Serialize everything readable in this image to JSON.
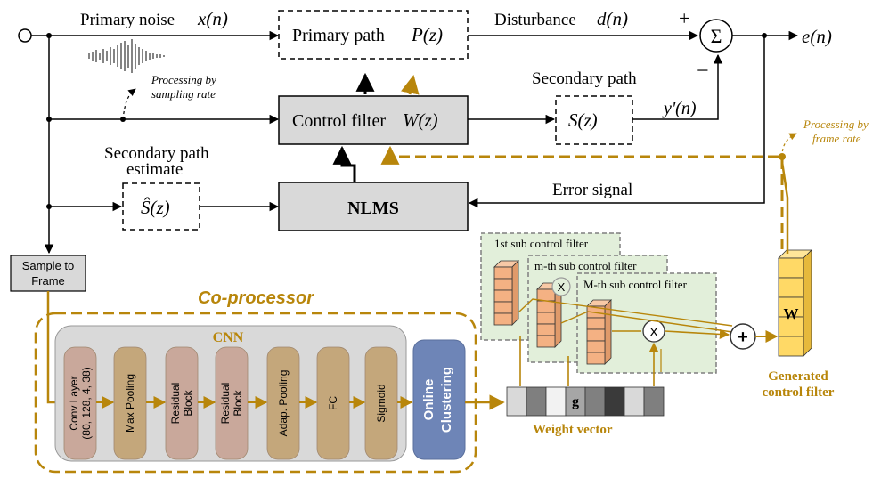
{
  "top": {
    "primary_noise": "Primary noise",
    "xn": "x(n)",
    "primary_path": "Primary path",
    "pz": "P(z)",
    "disturbance": "Disturbance",
    "dn": "d(n)",
    "plus": "+",
    "minus": "−",
    "sum": "Σ",
    "en": "e(n)"
  },
  "middle": {
    "processing_sampling_1": "Processing by",
    "processing_sampling_2": "sampling rate",
    "control_filter": "Control filter",
    "wz": "W(z)",
    "secondary_path": "Secondary path",
    "sz": "S(z)",
    "yprime": "y'(n)",
    "processing_frame_1": "Processing by",
    "processing_frame_2": "frame rate"
  },
  "lower": {
    "sec_est_1": "Secondary path",
    "sec_est_2": "estimate",
    "shat": "Ŝ(z)",
    "nlms": "NLMS",
    "error_signal": "Error signal",
    "sample_to_frame_1": "Sample to",
    "sample_to_frame_2": "Frame"
  },
  "coproc": {
    "title": "Co-processor",
    "cnn": "CNN",
    "layers": [
      "Conv Layer (80, 128, 4, 38)",
      "Max Pooling",
      "Residual Block",
      "Residual Block",
      "Adap. Pooling",
      "FC",
      "Sigmoid"
    ],
    "online_clustering": "Online Clustering"
  },
  "subfilters": {
    "first": "1st sub control filter",
    "mth": "m-th sub control filter",
    "Mth": "M-th sub control filter"
  },
  "weight_vector": {
    "label": "Weight vector",
    "g": "g"
  },
  "generated": {
    "w": "W",
    "label_1": "Generated",
    "label_2": "control filter"
  },
  "colors": {
    "gold": "#b8860b",
    "box_grey": "#d9d9d9",
    "cnn_bg": "#d9d9d9",
    "layer_pink": "#c9a89b",
    "layer_tan": "#c4a77b",
    "online_blue": "#6e85b7",
    "sub_green": "#e2efda",
    "cube_orange": "#f4b183",
    "cube_yellow": "#ffd966"
  }
}
